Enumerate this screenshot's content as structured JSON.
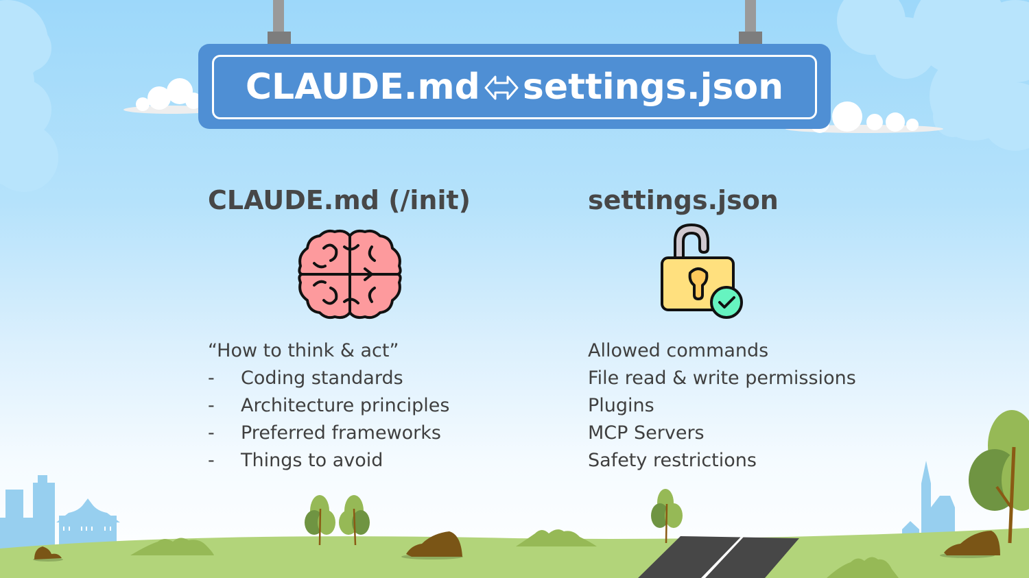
{
  "sign": {
    "title_left": "CLAUDE.md",
    "arrow_icon": "left-right-double-arrow",
    "title_right": "settings.json",
    "color": "#4f8fd4"
  },
  "left_column": {
    "heading": "CLAUDE.md (/init)",
    "icon": "brain-icon",
    "intro": "“How to think & act”",
    "bullet_marker": "-",
    "items": [
      "Coding standards",
      "Architecture principles",
      "Preferred frameworks",
      "Things to avoid"
    ]
  },
  "right_column": {
    "heading": "settings.json",
    "icon": "unlocked-padlock-check-icon",
    "items": [
      "Allowed commands",
      "File read & write permissions",
      "Plugins",
      "MCP Servers",
      "Safety restrictions"
    ]
  },
  "colors": {
    "sky_top": "#9dd8fa",
    "grass": "#b2d47a",
    "heading_text": "#474747",
    "body_text": "#3f3f3f"
  }
}
